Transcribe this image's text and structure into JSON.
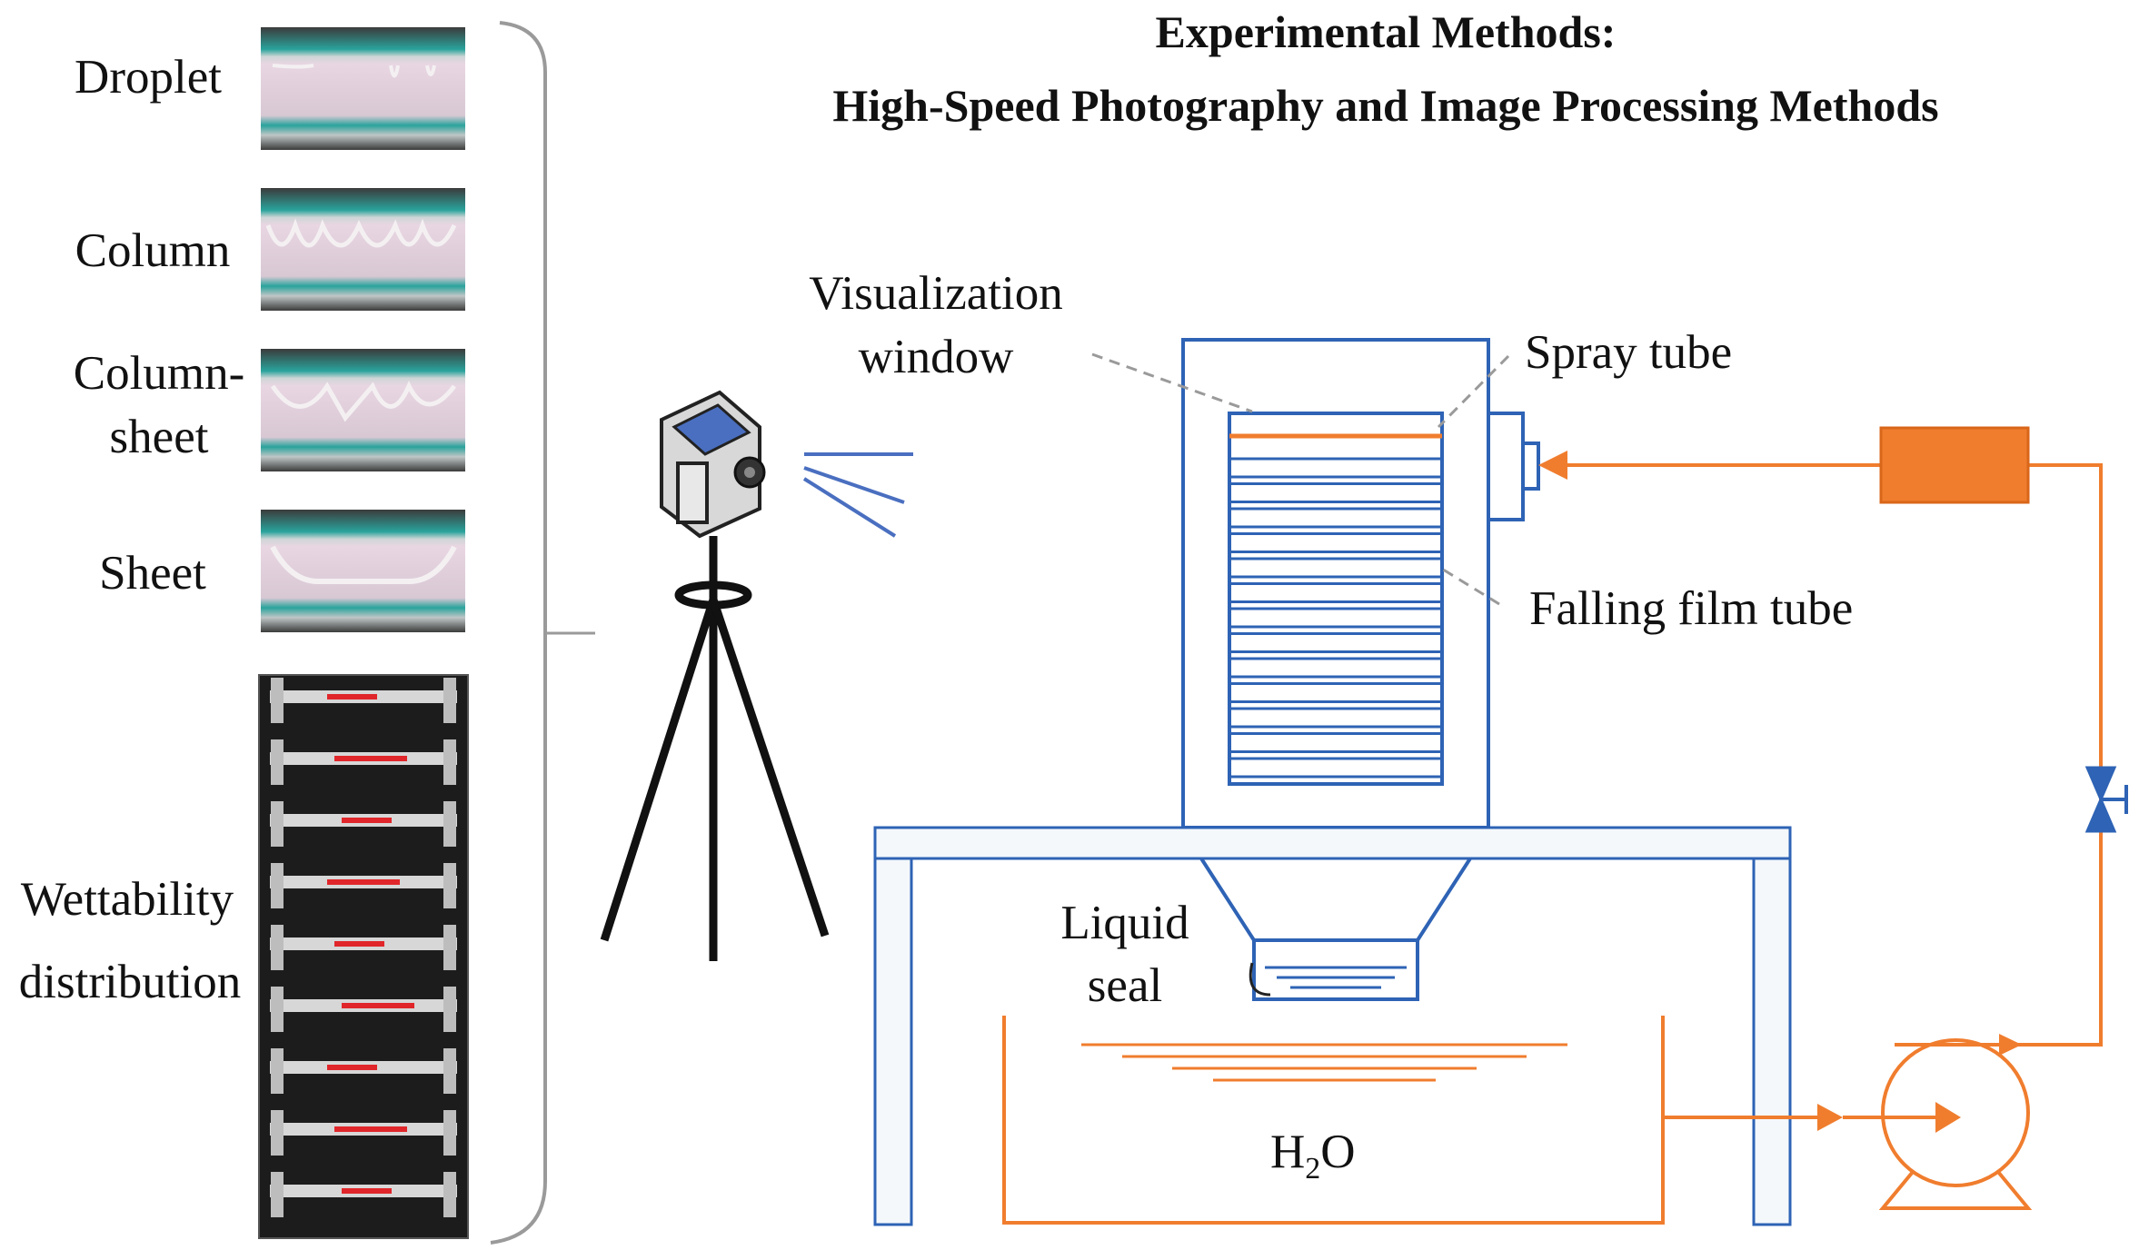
{
  "title": {
    "line1": "Experimental Methods:",
    "line2": "High-Speed Photography and Image Processing Methods"
  },
  "patterns": {
    "droplet": "Droplet",
    "column": "Column",
    "column_sheet_1": "Column-",
    "column_sheet_2": "sheet",
    "sheet": "Sheet",
    "wettability_1": "Wettability",
    "wettability_2": "distribution"
  },
  "labels": {
    "visualization_1": "Visualization",
    "visualization_2": "window",
    "spray_tube": "Spray tube",
    "falling_film_tube": "Falling film tube",
    "liquid_seal_1": "Liquid",
    "liquid_seal_2": "seal",
    "water_main": "H",
    "water_sub": "2",
    "water_tail": "O"
  },
  "colors": {
    "blue": "#2E63B5",
    "orange": "#F07D2E",
    "gray": "#8A8A8A"
  },
  "icons": [
    "high-speed-camera-icon",
    "tripod-icon",
    "valve-icon",
    "pump-icon"
  ]
}
